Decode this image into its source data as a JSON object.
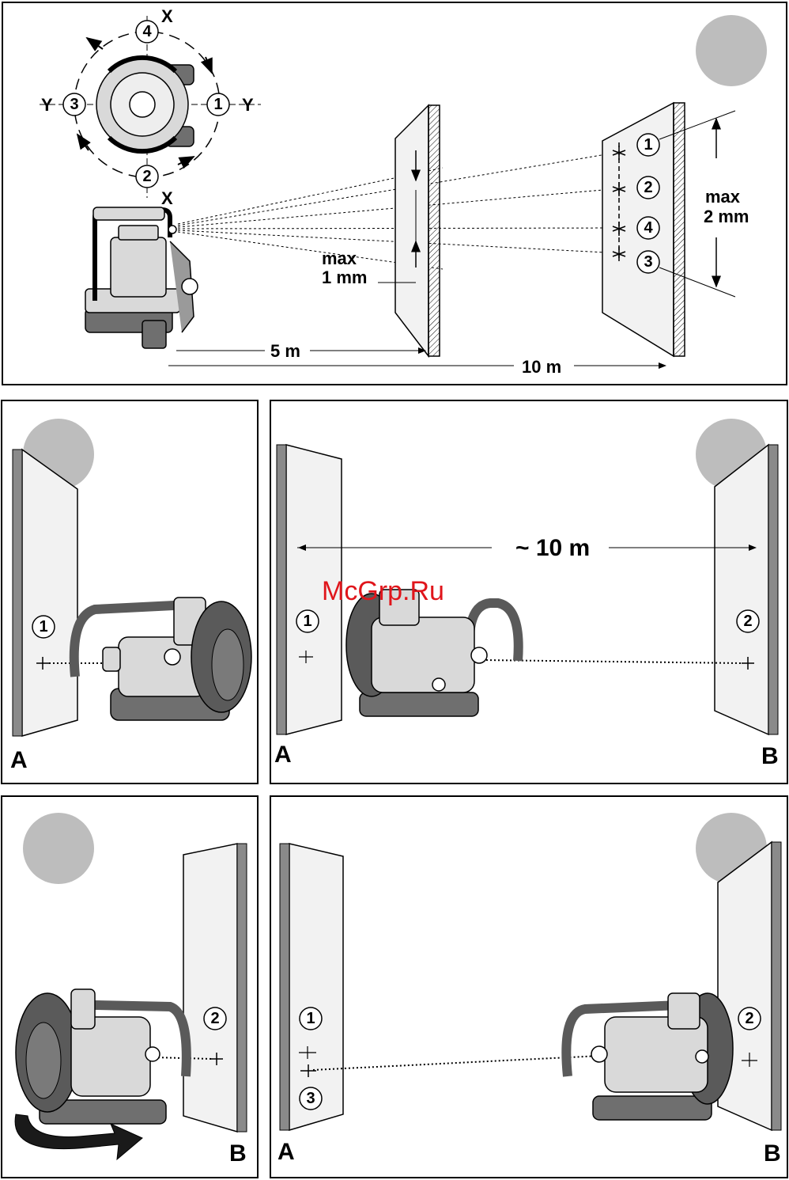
{
  "panel1": {
    "axis_x_top": "X",
    "axis_x_bottom": "X",
    "axis_y_left": "Y",
    "axis_y_right": "Y",
    "markers": [
      "1",
      "2",
      "3",
      "4"
    ],
    "wall2_points": [
      "1",
      "2",
      "4",
      "3"
    ],
    "max1_line1": "max",
    "max1_line2": "1 mm",
    "max2_line1": "max",
    "max2_line2": "2 mm",
    "dist_5m": "5 m",
    "dist_10m": "10 m"
  },
  "panel2": {
    "point": "1",
    "letter": "A"
  },
  "panel3": {
    "point_left": "1",
    "point_right": "2",
    "distance": "~ 10 m",
    "letter_left": "A",
    "letter_right": "B",
    "watermark": "McGrp.Ru"
  },
  "panel4": {
    "point": "2",
    "letter": "B"
  },
  "panel5": {
    "point_top": "1",
    "point_bottom": "3",
    "point_right": "2",
    "letter_left": "A",
    "letter_right": "B"
  }
}
